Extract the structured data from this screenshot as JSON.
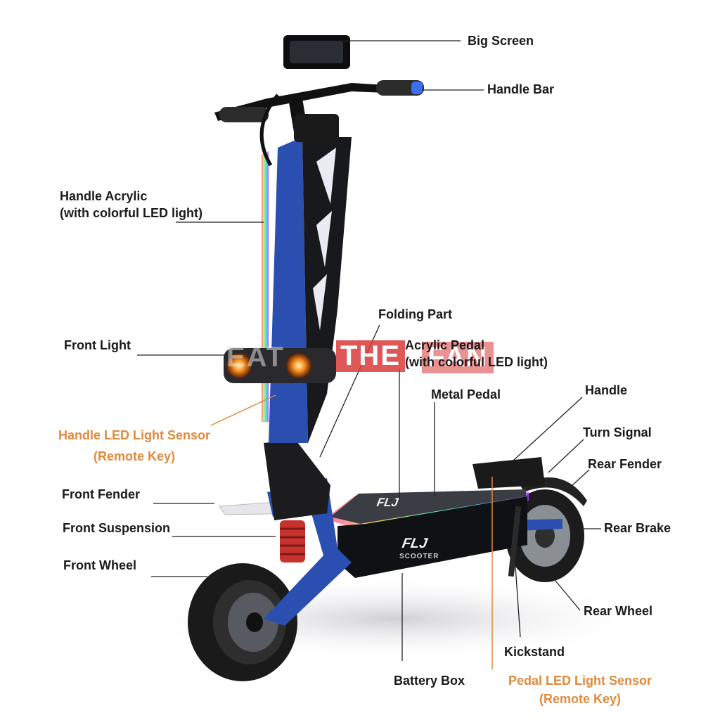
{
  "diagram": {
    "labels": {
      "big_screen": "Big Screen",
      "handle_bar": "Handle Bar",
      "handle_acrylic_1": "Handle Acrylic",
      "handle_acrylic_2": "(with colorful LED light)",
      "folding_part": "Folding Part",
      "front_light": "Front Light",
      "acrylic_pedal_1": "Acrylic Pedal",
      "acrylic_pedal_2": "(with colorful LED light)",
      "metal_pedal": "Metal Pedal",
      "handle": "Handle",
      "handle_sensor_1": "Handle LED Light Sensor",
      "handle_sensor_2": "(Remote Key)",
      "turn_signal": "Turn Signal",
      "rear_fender": "Rear Fender",
      "front_fender": "Front Fender",
      "front_suspension": "Front Suspension",
      "rear_brake": "Rear Brake",
      "front_wheel": "Front Wheel",
      "rear_wheel": "Rear Wheel",
      "kickstand": "Kickstand",
      "battery_box": "Battery Box",
      "pedal_sensor_1": "Pedal LED Light Sensor",
      "pedal_sensor_2": "(Remote Key)"
    },
    "watermark": {
      "left": "EAT",
      "middle": "THE",
      "right": "FAN"
    },
    "brand": {
      "deck": "FLJ",
      "box": "FLJ",
      "box_sub": "SCOOTER"
    },
    "colors": {
      "label_text": "#1a1a1a",
      "sensor_text": "#e08a3c",
      "frame_blue": "#2a4fb0",
      "suspension_red": "#c8322d",
      "watermark_red": "#d93b3b"
    }
  }
}
